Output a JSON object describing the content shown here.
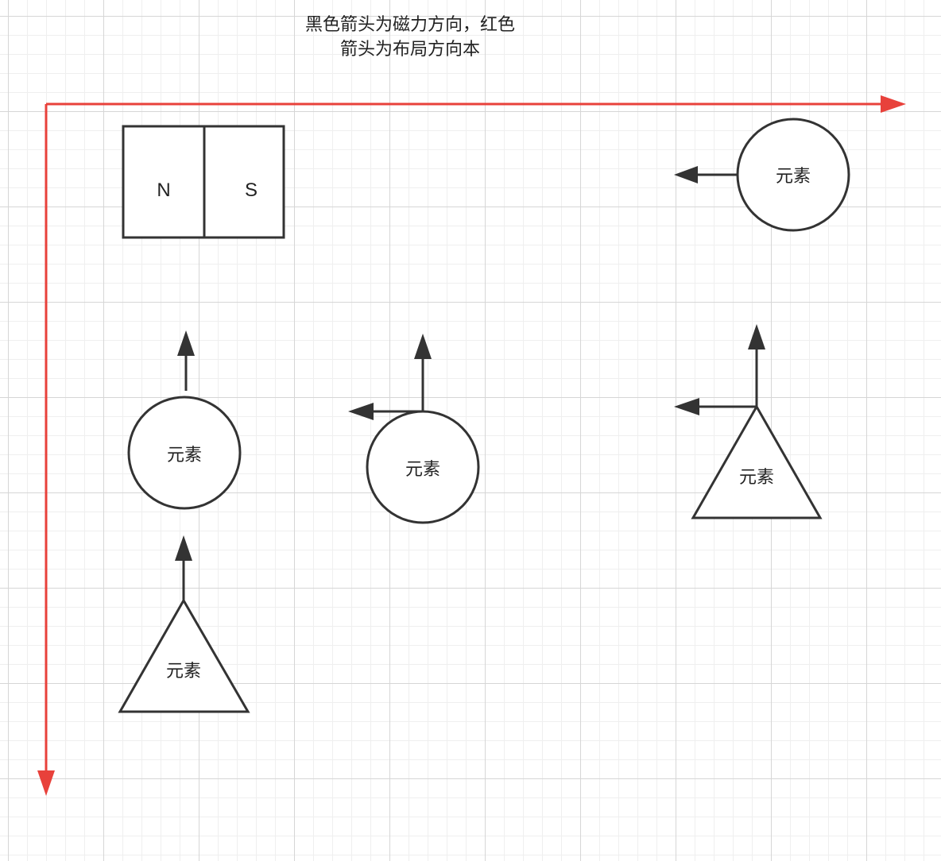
{
  "caption": {
    "line1": "黑色箭头为磁力方向，红色",
    "line2": "箭头为布局方向本"
  },
  "magnet": {
    "north_label": "N",
    "south_label": "S"
  },
  "elements": {
    "circle_top_right": "元素",
    "circle_left": "元素",
    "circle_middle": "元素",
    "triangle_bottom_left": "元素",
    "triangle_right": "元素"
  },
  "colors": {
    "layout_arrow": "#e8413b",
    "force_arrow": "#333333",
    "shape_stroke": "#333333",
    "grid_major": "#d6d6d6",
    "grid_minor": "#efefef"
  }
}
